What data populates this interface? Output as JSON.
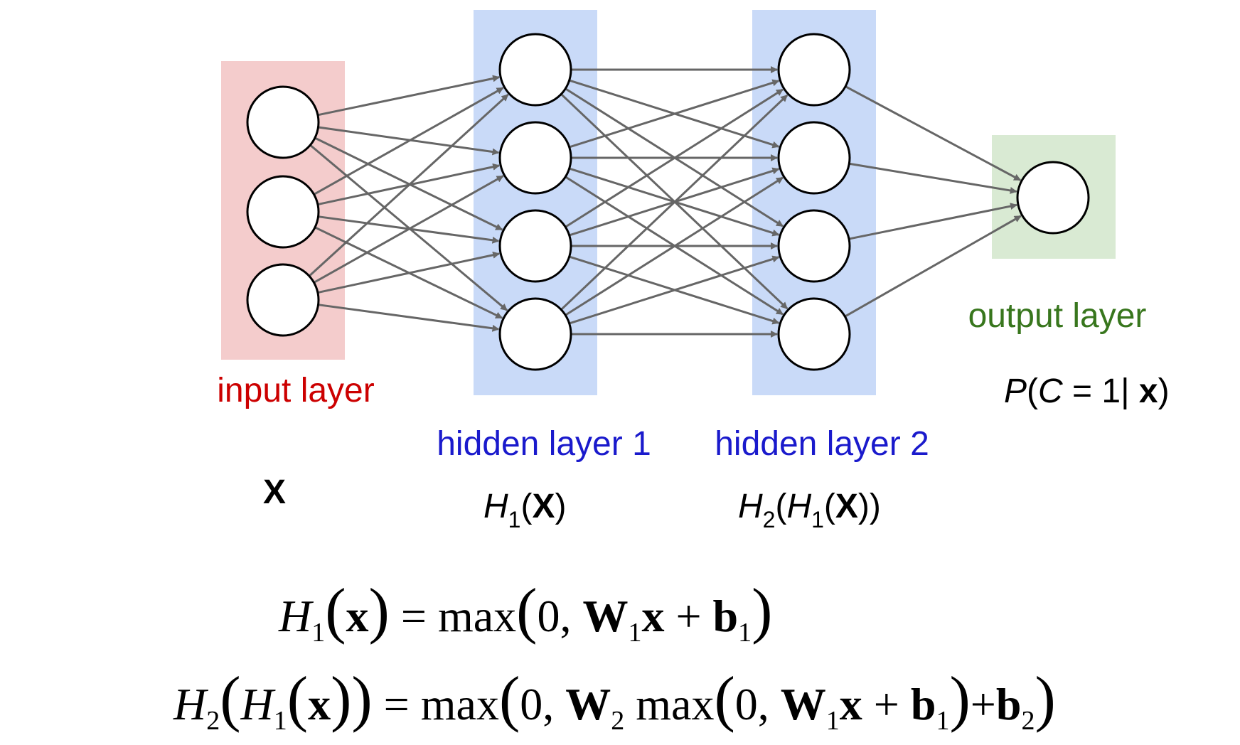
{
  "labels": {
    "input": "input layer",
    "hidden1": "hidden layer 1",
    "hidden2": "hidden layer 2",
    "output": "output layer"
  },
  "layer_node_counts": [
    3,
    4,
    4,
    1
  ],
  "colors": {
    "input_band": "#f4cccc",
    "hidden_band": "#c9daf8",
    "output_band": "#d9ead3",
    "input_text": "#cc0000",
    "hidden_text": "#1a1acc",
    "output_text": "#38761d",
    "edge": "#666666"
  },
  "notation": {
    "input": "X",
    "h1": {
      "H": "H",
      "sub": "1",
      "open": "(",
      "X": "X",
      "close": ")"
    },
    "h2": {
      "H": "H",
      "sub": "2",
      "open": "(",
      "H1": "H",
      "sub1": "1",
      "open2": "(",
      "X": "X",
      "close": "))"
    },
    "output": {
      "P": "P",
      "open": "(",
      "C": "C",
      "rest": " = 1| ",
      "x": "x",
      "close": ")"
    }
  },
  "equations": {
    "eq1": {
      "lhs_H": "H",
      "lhs_sub": "1",
      "lhs_x": "x",
      "max": "= max",
      "zero": "0,",
      "W": "W",
      "W_sub": "1",
      "x": "x",
      "plus": "+",
      "b": "b",
      "b_sub": "1"
    },
    "eq2": {
      "lhs_H": "H",
      "lhs_sub": "2",
      "inner_H": "H",
      "inner_sub": "1",
      "lhs_x": "x",
      "max": "= max",
      "zero": "0,",
      "W2": "W",
      "W2_sub": "2",
      "max2": "max",
      "zero2": "0,",
      "W1": "W",
      "W1_sub": "1",
      "x": "x",
      "plus": "+",
      "b1": "b",
      "b1_sub": "1",
      "plus2": "+",
      "b2": "b",
      "b2_sub": "2"
    }
  }
}
